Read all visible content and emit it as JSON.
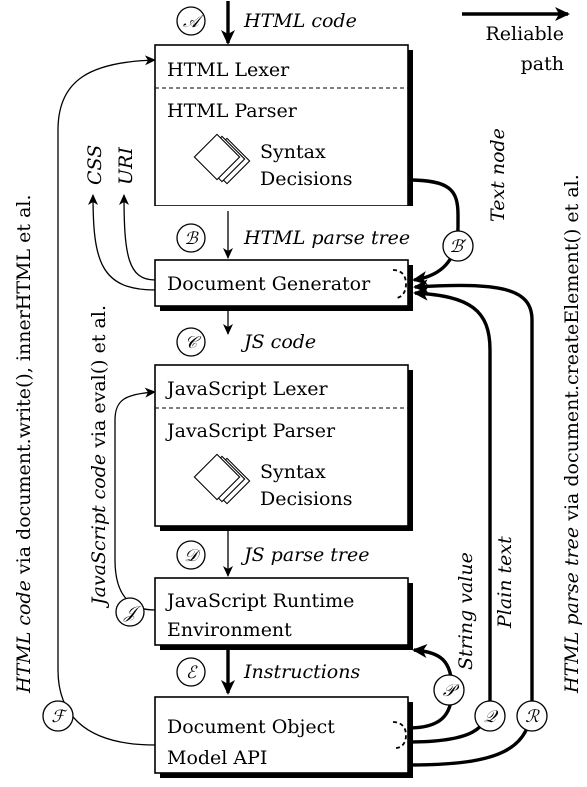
{
  "boxes": {
    "html_lexer": "HTML Lexer",
    "html_parser": "HTML Parser",
    "html_syntax_1": "Syntax",
    "html_syntax_2": "Decisions",
    "doc_gen": "Document Generator",
    "js_lexer": "JavaScript Lexer",
    "js_parser": "JavaScript Parser",
    "js_syntax_1": "Syntax",
    "js_syntax_2": "Decisions",
    "runtime_1": "JavaScript Runtime",
    "runtime_2": "Environment",
    "dom_1": "Document Object",
    "dom_2": "Model API"
  },
  "stages": {
    "A": "𝒜",
    "B": "ℬ",
    "B_prime": "ℬ′",
    "C": "𝒞",
    "D": "𝒟",
    "E": "ℰ",
    "F": "ℱ",
    "J": "𝒥",
    "P": "𝒫",
    "Q": "𝒬",
    "R": "ℛ"
  },
  "edges": {
    "html_code": "HTML code",
    "html_parse_tree": "HTML parse tree",
    "js_code": "JS code",
    "js_parse_tree": "JS parse tree",
    "instructions": "Instructions",
    "css": "CSS",
    "uri": "URI",
    "text_node": "Text node",
    "string_value": "String value",
    "plain_text": "Plain text"
  },
  "side_labels": {
    "left_italic": "HTML code",
    "left_rest": " via document.write(), innerHTML et al.",
    "js_italic": "JavaScript code",
    "js_rest": " via eval() et al.",
    "right_italic": "HTML parse tree",
    "right_rest": " via document.createElement() et al."
  },
  "legend": {
    "line1": "Reliable",
    "line2": "path"
  }
}
